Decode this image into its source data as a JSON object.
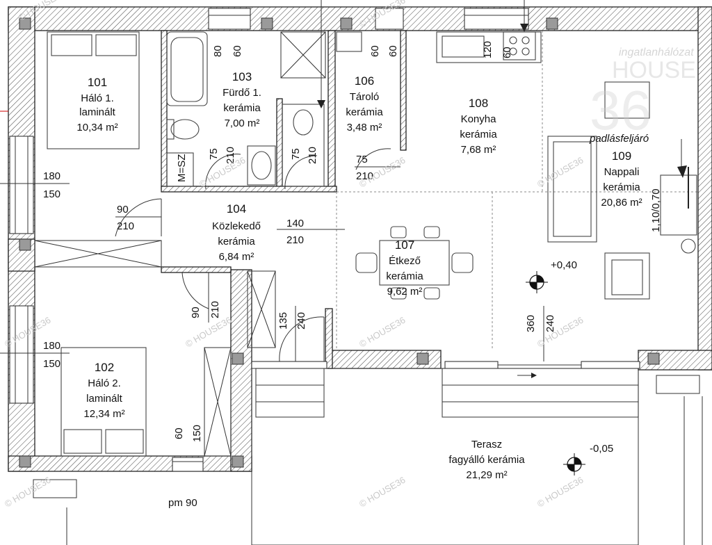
{
  "rooms": [
    {
      "id": "101",
      "name": "Háló 1.",
      "floor": "laminált",
      "area": "10,34 m²"
    },
    {
      "id": "102",
      "name": "Háló 2.",
      "floor": "laminált",
      "area": "12,34 m²"
    },
    {
      "id": "103",
      "name": "Fürdő 1.",
      "floor": "kerámia",
      "area": "7,00 m²"
    },
    {
      "id": "104",
      "name": "Közlekedő",
      "floor": "kerámia",
      "area": "6,84 m²"
    },
    {
      "id": "106",
      "name": "Tároló",
      "floor": "kerámia",
      "area": "3,48 m²"
    },
    {
      "id": "107",
      "name": "Étkező",
      "floor": "kerámia",
      "area": "9,62 m²"
    },
    {
      "id": "108",
      "name": "Konyha",
      "floor": "kerámia",
      "area": "7,68 m²"
    },
    {
      "id": "109",
      "name": "Nappali",
      "floor": "kerámia",
      "area": "20,86 m²"
    }
  ],
  "terrace": {
    "name": "Terasz",
    "floor": "fagyálló kerámia",
    "area": "21,29 m²"
  },
  "levels": {
    "interior": "+0,40",
    "terrace": "-0,05"
  },
  "attic_access": "padlásfeljáró",
  "msz_label": "M=SZ",
  "dims": {
    "win_101_w": "180",
    "win_101_h": "150",
    "win_102_w": "180",
    "win_102_h": "150",
    "door_101_w": "90",
    "door_101_h": "210",
    "door_102_w": "90",
    "door_102_h": "210",
    "door_103_w": "75",
    "door_103_h": "210",
    "door_wc_w": "75",
    "door_wc_h": "210",
    "door_106_w": "75",
    "door_106_h": "210",
    "opening_104_w": "140",
    "opening_104_h": "210",
    "win_103_a": "80",
    "win_103_b": "60",
    "win_106_a": "60",
    "win_106_b": "60",
    "win_108_a": "120",
    "win_108_b": "60",
    "wardrobe_w": "135",
    "wardrobe_h": "240",
    "door_107_w": "360",
    "door_107_h": "240",
    "win_109_w": "1,10/0,70",
    "win_102s_a": "60",
    "win_102s_b": "150",
    "pm": "pm 90"
  },
  "watermarks": [
    "© HOUSE36",
    "© HOUSE36",
    "© HOUSE36",
    "© HOUSE36",
    "© HOUSE36",
    "© HOUSE36",
    "© HOUSE36",
    "© HOUSE36",
    "© HOUSE36",
    "© HOUSE36",
    "© HOUSE36",
    "© HOUSE36"
  ],
  "logo": {
    "line1": "ingatlanhálózat",
    "line2": "HOUSE",
    "digits": "36"
  }
}
